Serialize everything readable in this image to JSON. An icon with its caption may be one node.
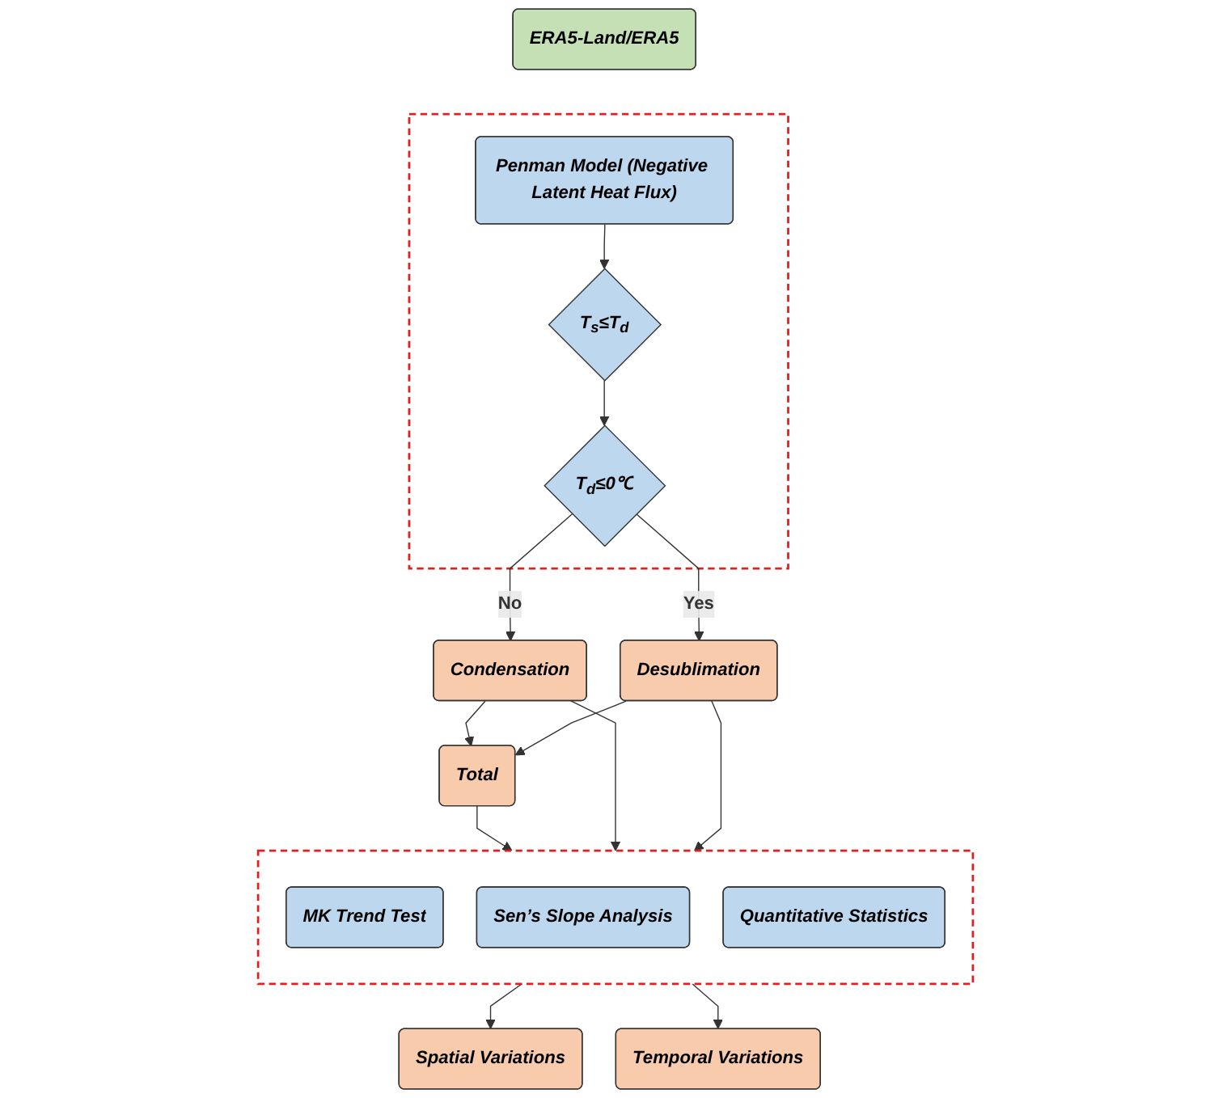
{
  "diagram": {
    "nodes": [
      {
        "text": [
          "ERA5-Land/ERA5"
        ]
      },
      {
        "text": [],
        "shape": "box"
      },
      {
        "text": [
          "Penman Model (Negative Latent Heat Flux)"
        ],
        "in": 1
      },
      {
        "text": [
          "T$_{s}$≤T$_{d}$"
        ],
        "in": 1
      },
      {
        "text": [
          "T$_{d}$≤0℃"
        ],
        "in": 1
      },
      {
        "text": [
          "Condensation"
        ]
      },
      {
        "text": [
          "Total"
        ]
      },
      {
        "text": [
          "Desublimation"
        ]
      },
      {
        "text": [],
        "shape": "box"
      },
      {
        "text": [
          "MK Trend Test"
        ],
        "in": 8
      },
      {
        "text": [
          "Sen’s Slope Analysis"
        ],
        "in": 8
      },
      {
        "text": [
          "Quantitative Statistics"
        ],
        "in": 8
      },
      {
        "text": [
          "Spatial Variations"
        ]
      },
      {
        "text": [
          "Temporal Variations"
        ]
      }
    ],
    "edges": [
      {
        "from": 2,
        "to": 3,
        "arrow": "to"
      },
      {
        "from": 3,
        "to": 4,
        "arrow": "to"
      },
      {
        "from": 4,
        "to": 5,
        "arrow": "to",
        "label": "No"
      },
      {
        "from": 4,
        "to": 7,
        "arrow": "to",
        "label": "Yes"
      },
      {
        "from": 5,
        "to": 6,
        "arrow": "to"
      },
      {
        "from": 7,
        "to": 6,
        "arrow": "to"
      },
      {
        "from": 6,
        "to": 8,
        "arrow": "to"
      },
      {
        "from": 5,
        "to": 8,
        "arrow": "to"
      },
      {
        "from": 7,
        "to": 8,
        "arrow": "to"
      },
      {
        "from": 8,
        "to": 12,
        "arrow": "to"
      },
      {
        "from": 8,
        "to": 13,
        "arrow": "to"
      }
    ]
  }
}
